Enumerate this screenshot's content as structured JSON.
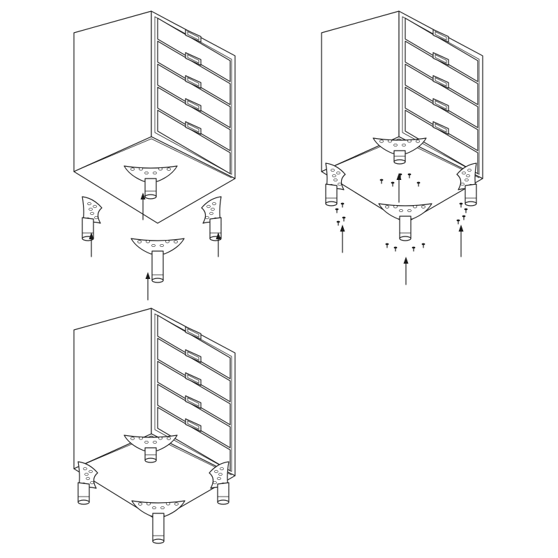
{
  "diagram": {
    "steps": [
      {
        "id": "step-1",
        "description_key": "attach-legs"
      },
      {
        "id": "step-2",
        "description_key": "insert-screws"
      },
      {
        "id": "step-3",
        "description_key": "assembled"
      }
    ],
    "cabinet": {
      "drawer_count": 5
    },
    "colors": {
      "line": "#1a1a1a",
      "background": "#ffffff"
    }
  }
}
